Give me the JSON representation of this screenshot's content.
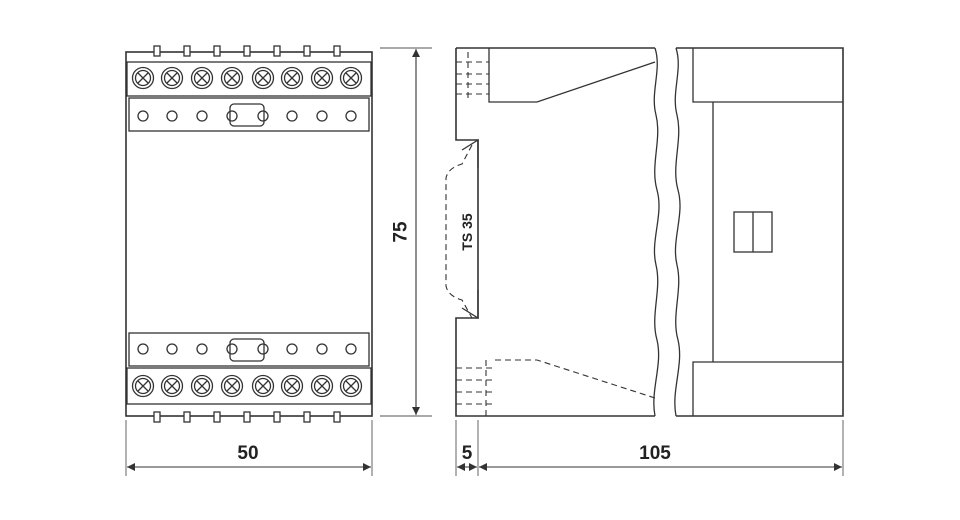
{
  "dimensions": {
    "width": "50",
    "height": "75",
    "rail_offset": "5",
    "depth": "105"
  },
  "rail_label": "TS 35",
  "colors": {
    "line": "#333333",
    "background": "#ffffff"
  }
}
